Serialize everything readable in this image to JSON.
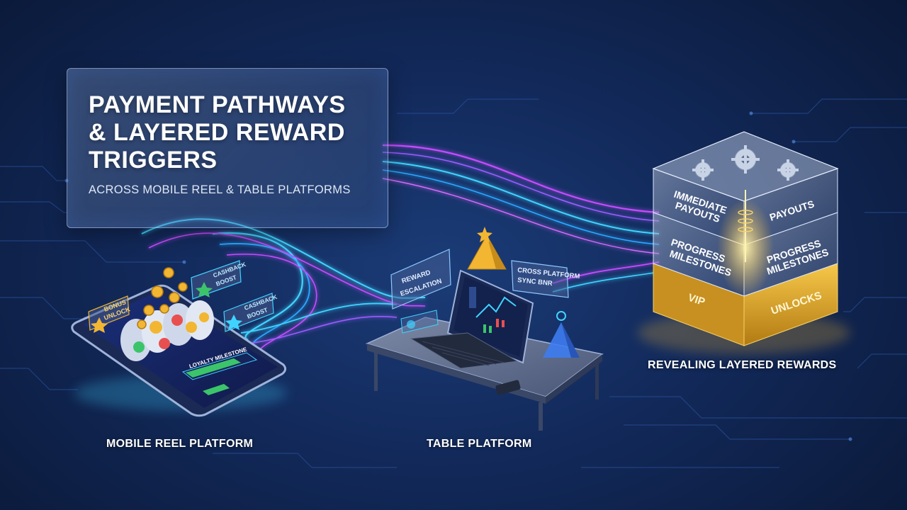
{
  "hero": {
    "title_line1": "PAYMENT PATHWAYS",
    "title_line2": "& LAYERED REWARD",
    "title_line3": "TRIGGERS",
    "subtitle": "ACROSS MOBILE REEL & TABLE PLATFORMS"
  },
  "mobile": {
    "caption": "MOBILE REEL PLATFORM",
    "tag_bonus_1": "BONUS",
    "tag_bonus_2": "UNLOCK",
    "tag_cash1_1": "CASHBACK",
    "tag_cash1_2": "BOOST",
    "tag_cash2_1": "CASHBACK",
    "tag_cash2_2": "BOOST",
    "milestone_label": "LOYALTY MILESTONE"
  },
  "table": {
    "caption": "TABLE PLATFORM",
    "tag_reward_1": "REWARD",
    "tag_reward_2": "ESCALATION",
    "tag_cross_1": "CROSS PLATFORM",
    "tag_cross_2": "SYNC BNR"
  },
  "rewards": {
    "caption": "REVEALING LAYERED REWARDS",
    "l1_left_1": "IMMEDIATE",
    "l1_left_2": "PAYOUTS",
    "l1_right": "PAYOUTS",
    "l2_left_1": "PROGRESS",
    "l2_left_2": "MILESTONES",
    "l2_right_1": "PROGRESS",
    "l2_right_2": "MILESTONES",
    "l3_left": "VIP",
    "l3_right": "UNLOCKS"
  },
  "colors": {
    "accent_cyan": "#3fd4ff",
    "accent_magenta": "#c64cff",
    "gold": "#f2b632",
    "background": "#12295a"
  }
}
